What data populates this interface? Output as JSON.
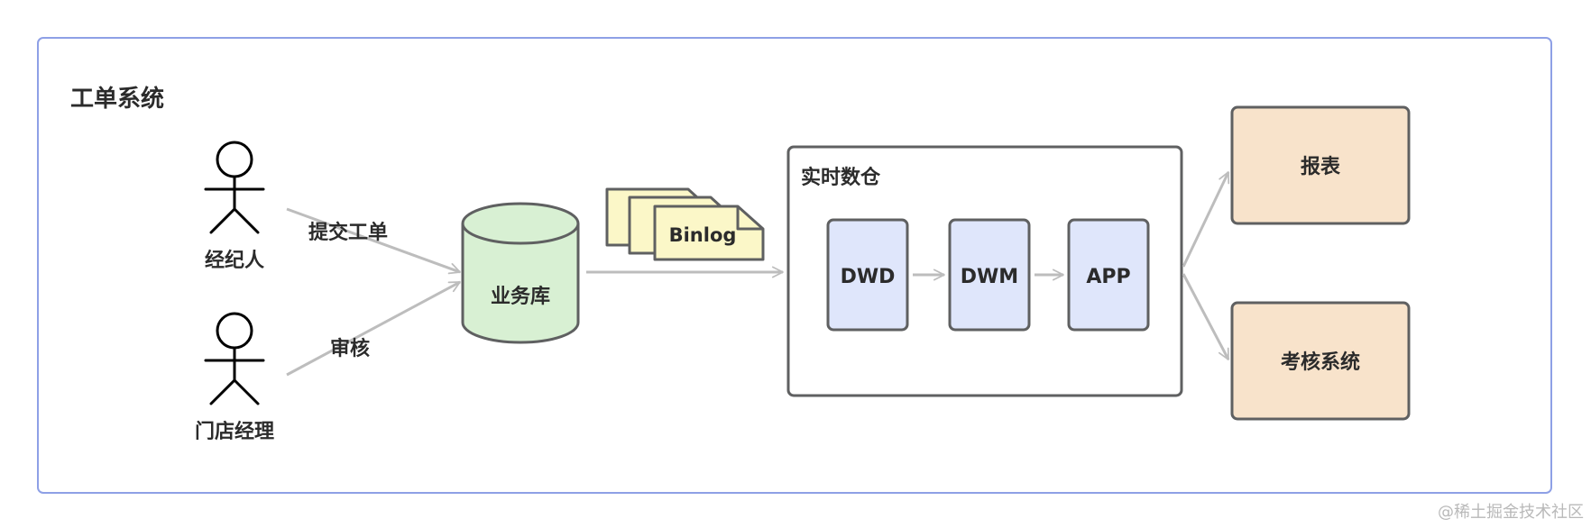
{
  "system": {
    "title": "工单系统"
  },
  "actors": [
    {
      "label": "经纪人"
    },
    {
      "label": "门店经理"
    }
  ],
  "edges": {
    "submit": "提交工单",
    "review": "审核"
  },
  "database": {
    "label": "业务库"
  },
  "binlog": {
    "label": "Binlog"
  },
  "warehouse": {
    "title": "实时数仓",
    "layers": [
      "DWD",
      "DWM",
      "APP"
    ]
  },
  "outputs": [
    {
      "label": "报表"
    },
    {
      "label": "考核系统"
    }
  ],
  "watermark": "@稀土掘金技术社区",
  "colors": {
    "frame_border": "#8ea0e6",
    "db_fill": "#d8f0d3",
    "doc_fill": "#fbf7c8",
    "layer_fill": "#dfe6fb",
    "output_fill": "#f8e3cb",
    "stroke": "#5f6061",
    "arrow": "#bdbdbd"
  }
}
